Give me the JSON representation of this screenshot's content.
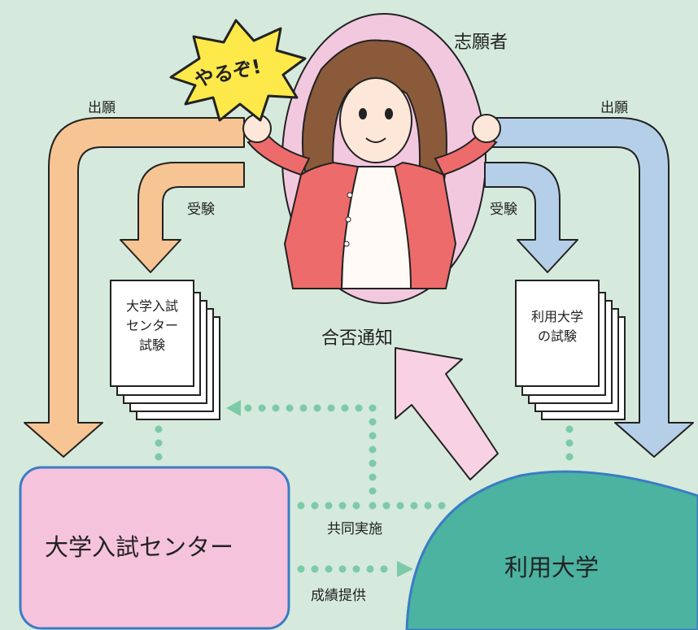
{
  "applicant": {
    "title": "志願者",
    "burst": "やるぞ!"
  },
  "flows": {
    "apply_left": "出願",
    "apply_right": "出願",
    "exam_left": "受験",
    "exam_right": "受験",
    "result_notice": "合否通知",
    "joint": "共同実施",
    "score_provision": "成績提供"
  },
  "documents": {
    "center_exam": {
      "lines": [
        "大学入試",
        "センター",
        "試験"
      ]
    },
    "univ_exam": {
      "lines": [
        "利用大学",
        "の試験"
      ]
    }
  },
  "nodes": {
    "center": "大学入試センター",
    "university": "利用大学"
  },
  "colors": {
    "background": "#d5eadc",
    "applicant_oval": "#f2c8df",
    "orange_arrow": "#f7c493",
    "blue_arrow": "#b5cfe9",
    "center_box": "#f6c3dc",
    "center_border": "#3b7cc4",
    "university": "#4bb3a0",
    "dots": "#7dcaa8",
    "result_arrow": "#f8d2e3",
    "jacket": "#ee6b6b"
  }
}
